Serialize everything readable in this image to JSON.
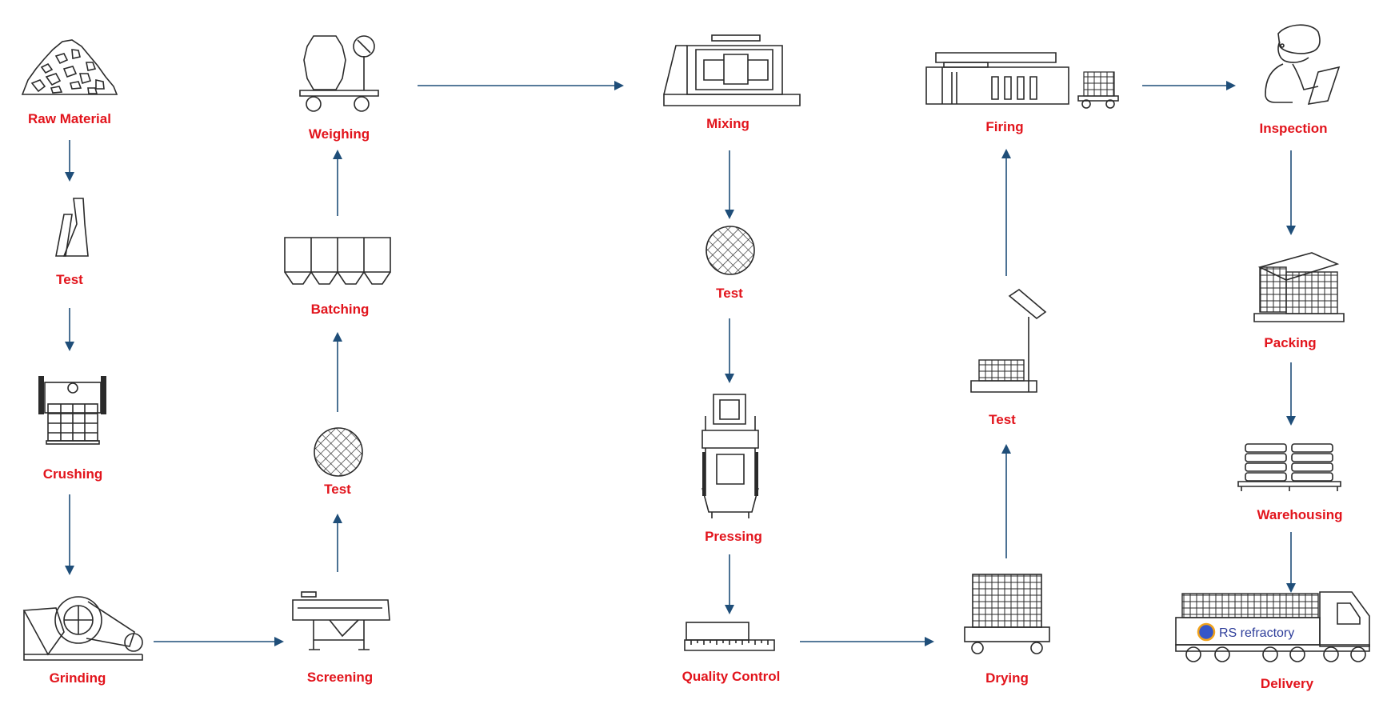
{
  "steps": {
    "raw_material": "Raw Material",
    "test_1": "Test",
    "crushing": "Crushing",
    "grinding": "Grinding",
    "screening": "Screening",
    "test_2": "Test",
    "batching": "Batching",
    "weighing": "Weighing",
    "mixing": "Mixing",
    "test_3": "Test",
    "pressing": "Pressing",
    "quality_control": "Quality Control",
    "drying": "Drying",
    "test_4": "Test",
    "firing": "Firing",
    "inspection": "Inspection",
    "packing": "Packing",
    "warehousing": "Warehousing",
    "delivery": "Delivery"
  },
  "truck_logo_text": "RS refractory",
  "colors": {
    "label": "#e2141c",
    "arrow": "#1f4e79",
    "icon_stroke": "#2a2a2a",
    "background": "#ffffff"
  }
}
